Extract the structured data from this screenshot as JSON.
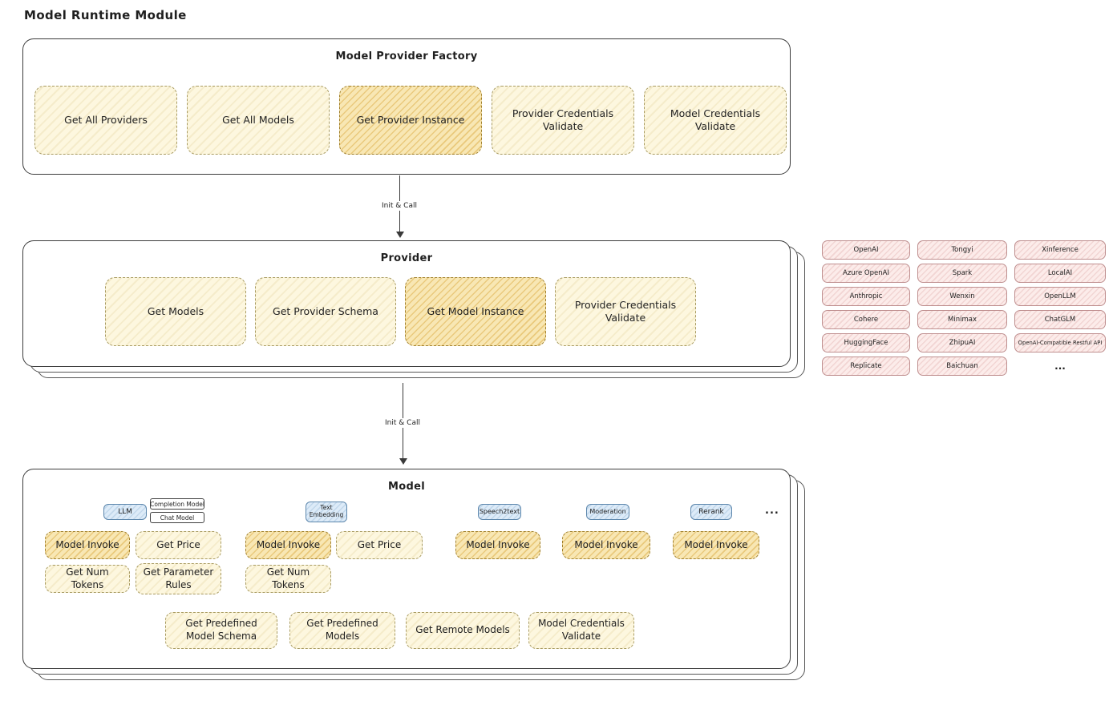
{
  "title": "Model Runtime Module",
  "arrows": [
    {
      "label": "Init & Call"
    },
    {
      "label": "Init & Call"
    }
  ],
  "factory": {
    "title": "Model Provider Factory",
    "boxes": [
      {
        "label": "Get All Providers"
      },
      {
        "label": "Get All Models"
      },
      {
        "label": "Get Provider Instance"
      },
      {
        "label": "Provider Credentials Validate"
      },
      {
        "label": "Model Credentials Validate"
      }
    ]
  },
  "provider": {
    "title": "Provider",
    "boxes": [
      {
        "label": "Get Models"
      },
      {
        "label": "Get Provider Schema"
      },
      {
        "label": "Get Model Instance"
      },
      {
        "label": "Provider Credentials Validate"
      }
    ]
  },
  "provider_list": {
    "columns": [
      [
        "OpenAI",
        "Azure OpenAI",
        "Anthropic",
        "Cohere",
        "HuggingFace",
        "Replicate"
      ],
      [
        "Tongyi",
        "Spark",
        "Wenxin",
        "Minimax",
        "ZhipuAI",
        "Baichuan"
      ],
      [
        "Xinference",
        "LocalAI",
        "OpenLLM",
        "ChatGLM",
        "OpenAI-Compatible Restful API",
        "..."
      ]
    ]
  },
  "model": {
    "title": "Model",
    "badges": {
      "llm": "LLM",
      "completion_model": "Completion Model",
      "chat_model": "Chat Model",
      "text_embedding": "Text Embedding",
      "speech2text": "Speech2text",
      "moderation": "Moderation",
      "rerank": "Rerank",
      "more": "..."
    },
    "llm": {
      "model_invoke": "Model Invoke",
      "get_price": "Get Price",
      "get_num_tokens": "Get Num Tokens",
      "get_parameter_rules": "Get Parameter Rules"
    },
    "text_embedding": {
      "model_invoke": "Model Invoke",
      "get_price": "Get Price",
      "get_num_tokens": "Get Num Tokens"
    },
    "speech2text": {
      "model_invoke": "Model Invoke"
    },
    "moderation": {
      "model_invoke": "Model Invoke"
    },
    "rerank": {
      "model_invoke": "Model Invoke"
    },
    "common": [
      {
        "label": "Get Predefined Model Schema"
      },
      {
        "label": "Get Predefined Models"
      },
      {
        "label": "Get Remote Models"
      },
      {
        "label": "Model Credentials Validate"
      }
    ]
  }
}
